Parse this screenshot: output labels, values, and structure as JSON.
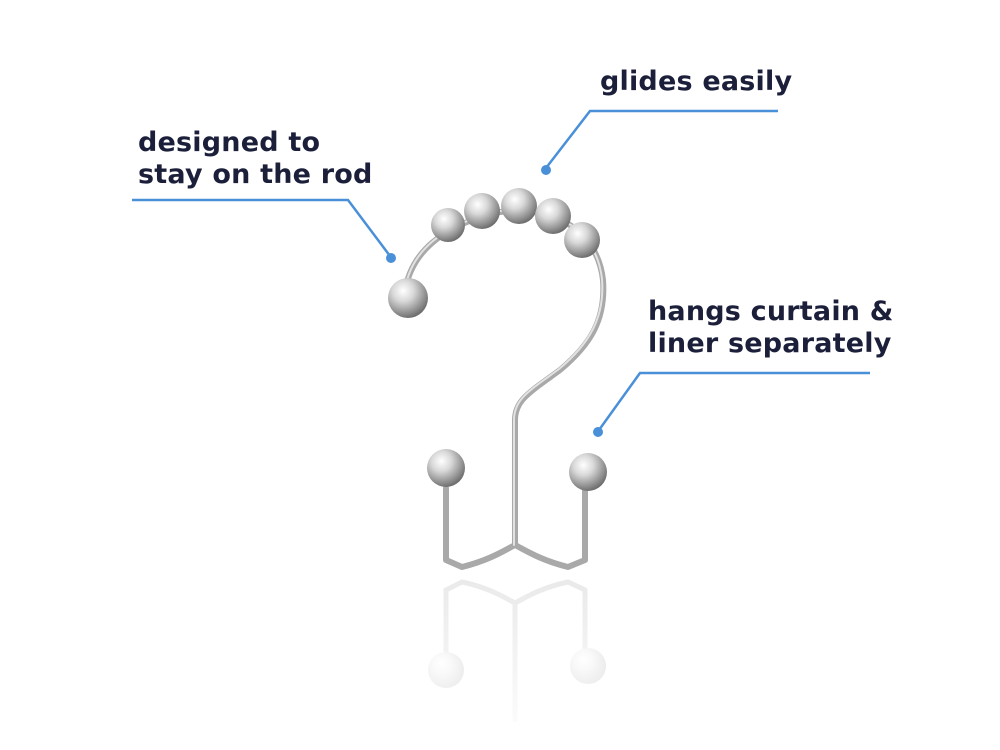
{
  "callouts": {
    "glides": {
      "line1": "glides easily"
    },
    "designed": {
      "line1": "designed to",
      "line2": "stay on the rod"
    },
    "hangs": {
      "line1": "hangs curtain &",
      "line2": "liner separately"
    }
  },
  "colors": {
    "leader_line": "#4a90d9",
    "text": "#1b1f3a",
    "metal_light": "#e6e6e6",
    "metal_dark": "#8c8c8c",
    "background": "#ffffff"
  }
}
